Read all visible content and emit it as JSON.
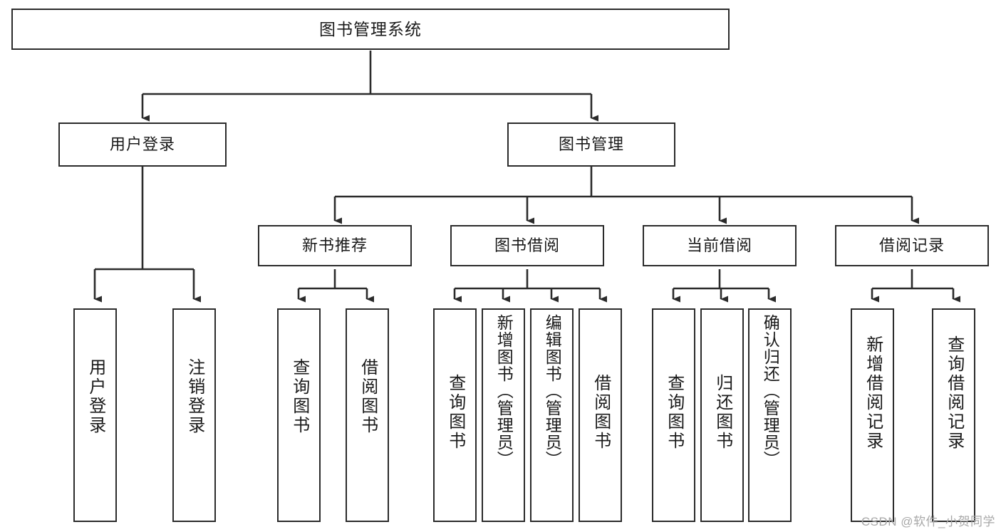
{
  "diagram": {
    "type": "tree",
    "title": "图书管理系统",
    "watermark": "CSDN @软件_小贺同学",
    "colors": {
      "box_border": "#2b2b2b",
      "box_fill": "#ffffff",
      "edge": "#2b2b2b",
      "text": "#1a1a1a",
      "watermark": "#a8a8a8",
      "background": "#ffffff"
    },
    "root": {
      "label": "图书管理系统"
    },
    "level2": [
      {
        "label": "用户登录"
      },
      {
        "label": "图书管理"
      }
    ],
    "level3": [
      {
        "label": "新书推荐"
      },
      {
        "label": "图书借阅"
      },
      {
        "label": "当前借阅"
      },
      {
        "label": "借阅记录"
      }
    ],
    "leaves": {
      "user_login": [
        {
          "label": "用户登录"
        },
        {
          "label": "注销登录"
        }
      ],
      "new_book": [
        {
          "label": "查询图书"
        },
        {
          "label": "借阅图书"
        }
      ],
      "book_borrow": [
        {
          "label": "查询图书"
        },
        {
          "label": "新增图书（管理员）"
        },
        {
          "label": "编辑图书（管理员）"
        },
        {
          "label": "借阅图书"
        }
      ],
      "current_borrow": [
        {
          "label": "查询图书"
        },
        {
          "label": "归还图书"
        },
        {
          "label": "确认归还（管理员）"
        }
      ],
      "borrow_record": [
        {
          "label": "新增借阅记录"
        },
        {
          "label": "查询借阅记录"
        }
      ]
    }
  }
}
